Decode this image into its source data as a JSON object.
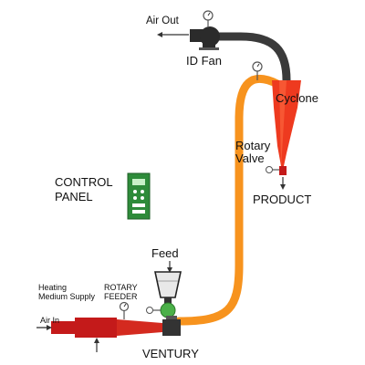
{
  "labels": {
    "air_out": "Air Out",
    "id_fan": "ID Fan",
    "cyclone": "Cyclone",
    "rotary_valve_line1": "Rotary",
    "rotary_valve_line2": "Valve",
    "product": "PRODUCT",
    "control_panel_line1": "CONTROL",
    "control_panel_line2": "PANEL",
    "feed": "Feed",
    "heating_line1": "Heating",
    "heating_line2": "Medium Supply",
    "rotary_feeder_line1": "ROTARY",
    "rotary_feeder_line2": "FEEDER",
    "air_in": "Air In",
    "venturi": "VENTURY"
  },
  "colors": {
    "duct_orange": "#f7931e",
    "dark_duct": "#3a3a3a",
    "cyclone_red": "#ee3a1f",
    "heater_red": "#c41a1a",
    "panel_green": "#2e8b3a",
    "feeder_green": "#4bb049"
  }
}
